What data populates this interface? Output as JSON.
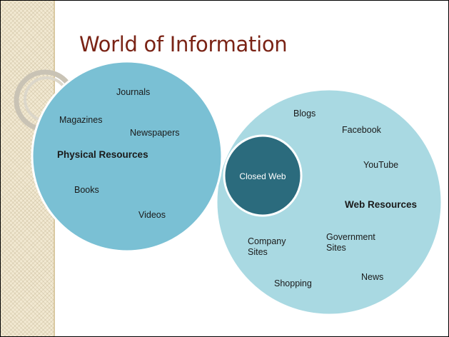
{
  "slide": {
    "title": "World of Information"
  },
  "physical": {
    "heading": "Physical Resources",
    "items": [
      "Journals",
      "Magazines",
      "Newspapers",
      "Books",
      "Videos"
    ]
  },
  "web": {
    "heading": "Web Resources",
    "items": [
      "Blogs",
      "Facebook",
      "YouTube",
      "Company Sites",
      "Government Sites",
      "Shopping",
      "News"
    ]
  },
  "closed_web": {
    "label": "Closed Web"
  },
  "colors": {
    "title": "#7a2315",
    "physical_fill": "#7ac0d4",
    "web_fill": "#a9d9e2",
    "closed_fill": "#2b6b7d",
    "outline": "#ffffff"
  }
}
